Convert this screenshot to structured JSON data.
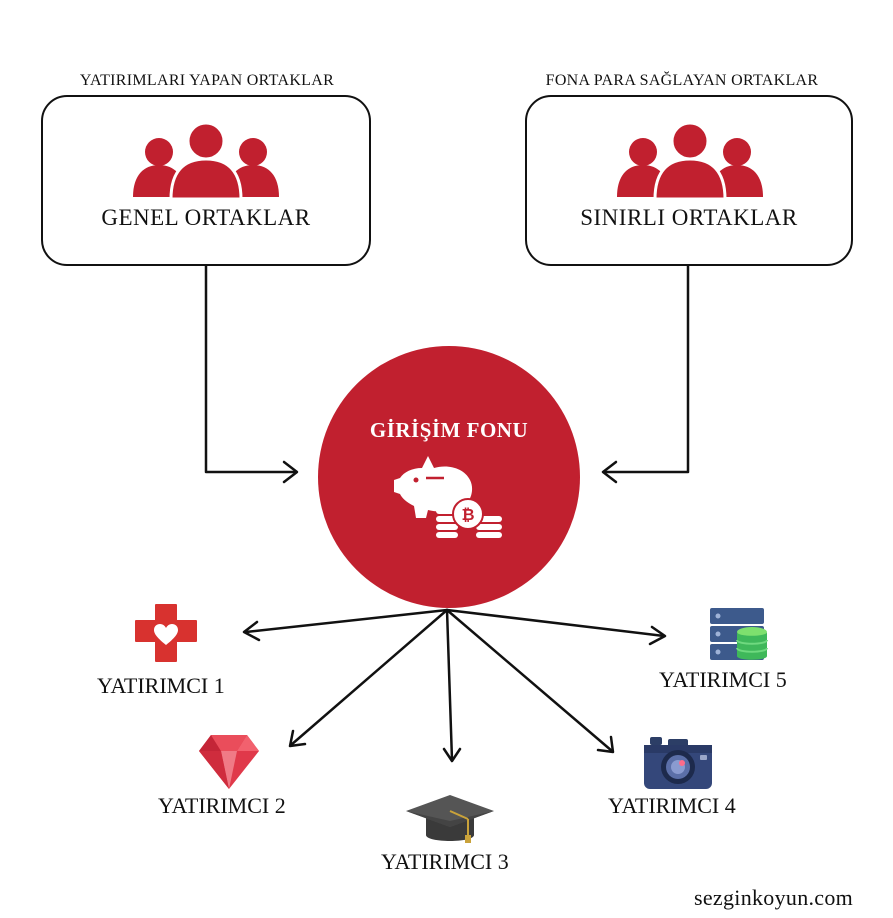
{
  "partners": {
    "left": {
      "caption": "YATIRIMLARI YAPAN ORTAKLAR",
      "title": "GENEL ORTAKLAR",
      "icon": "people-group-icon"
    },
    "right": {
      "caption": "FONA PARA SAĞLAYAN ORTAKLAR",
      "title": "SINIRLI ORTAKLAR",
      "icon": "people-group-icon"
    }
  },
  "fund": {
    "title": "GİRİŞİM FONU",
    "icon": "piggy-bank-coins-icon",
    "color": "#c1202f"
  },
  "investors": [
    {
      "label": "YATIRIMCI 1",
      "icon": "health-cross-heart-icon"
    },
    {
      "label": "YATIRIMCI 2",
      "icon": "ruby-gem-icon"
    },
    {
      "label": "YATIRIMCI 3",
      "icon": "graduation-cap-icon"
    },
    {
      "label": "YATIRIMCI 4",
      "icon": "camera-icon"
    },
    {
      "label": "YATIRIMCI 5",
      "icon": "server-database-icon"
    }
  ],
  "watermark": "sezginkoyun.com",
  "colors": {
    "accent": "#c1202f",
    "line": "#111111"
  }
}
